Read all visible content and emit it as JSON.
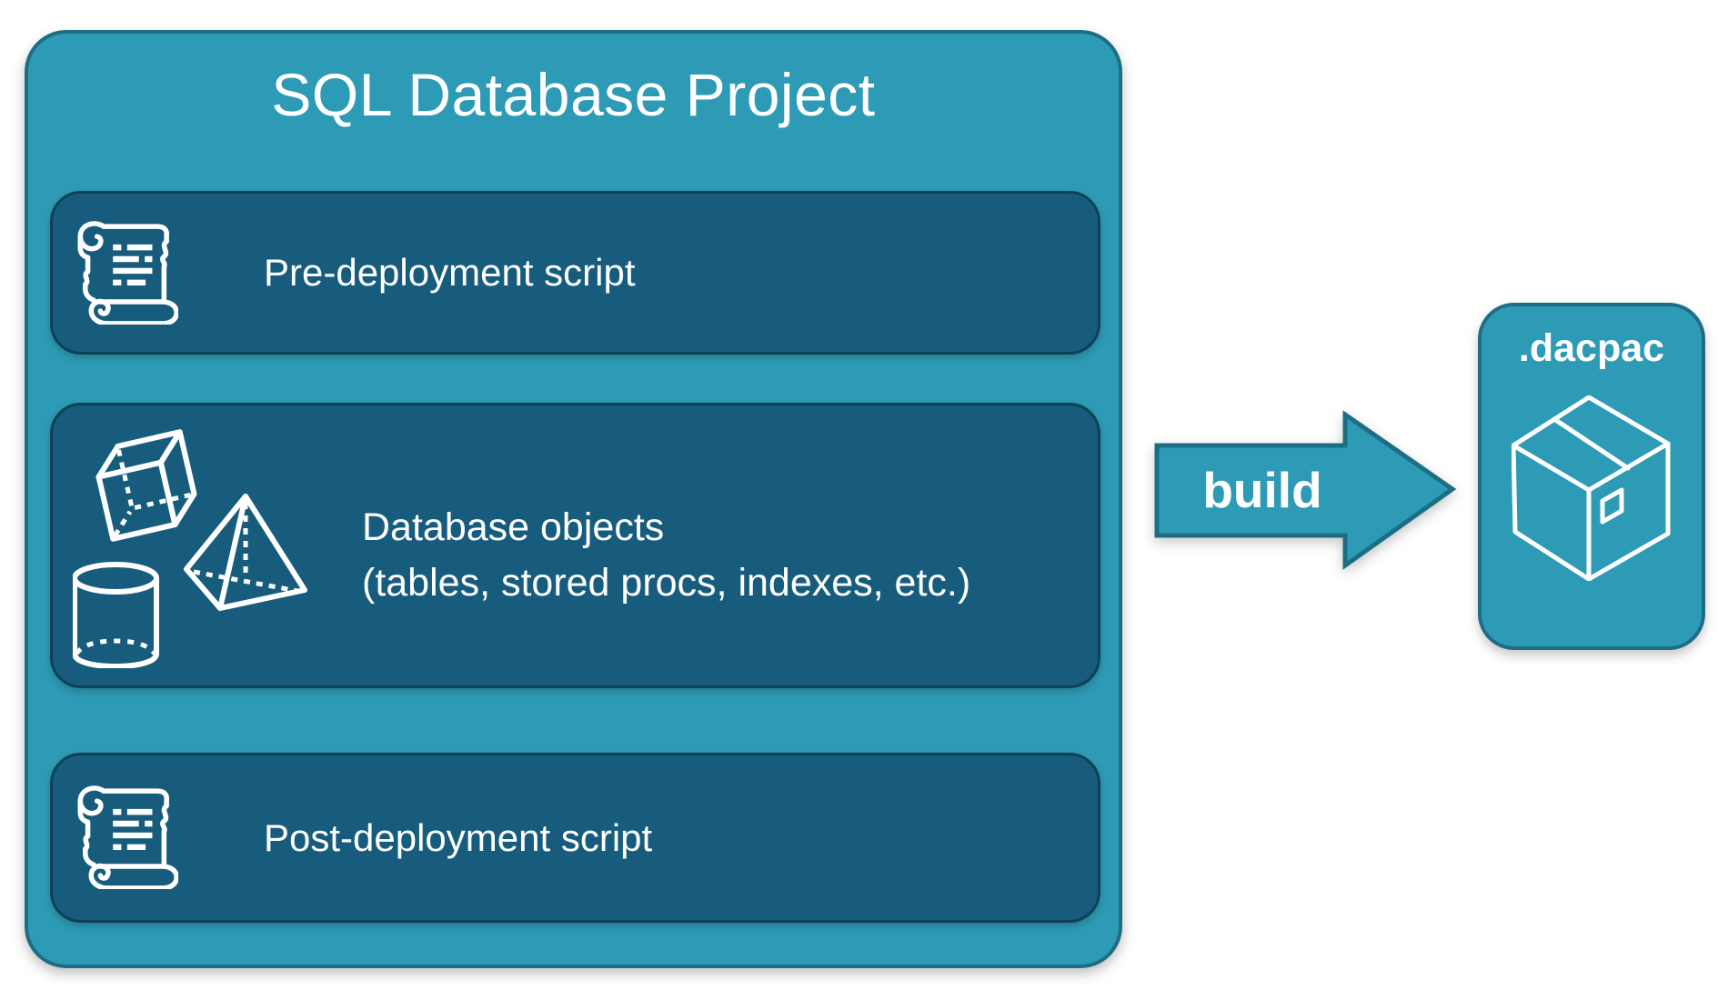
{
  "diagram": {
    "title": "SQL Database Project",
    "rows": [
      {
        "label": "Pre-deployment script",
        "icon": "scroll-icon"
      },
      {
        "label": "Database objects",
        "sublabel": "(tables, stored procs, indexes, etc.)",
        "icon": "geometric-shapes-icon"
      },
      {
        "label": "Post-deployment script",
        "icon": "scroll-icon"
      }
    ],
    "arrow": {
      "label": "build"
    },
    "artifact": {
      "label": ".dacpac",
      "icon": "package-icon"
    }
  },
  "colors": {
    "teal": "#2E9BB6",
    "teal_border": "#1C6E84",
    "panel": "#175C7D",
    "panel_border": "#0C4156",
    "text": "#FFFFFF",
    "background": "#FFFFFF"
  }
}
